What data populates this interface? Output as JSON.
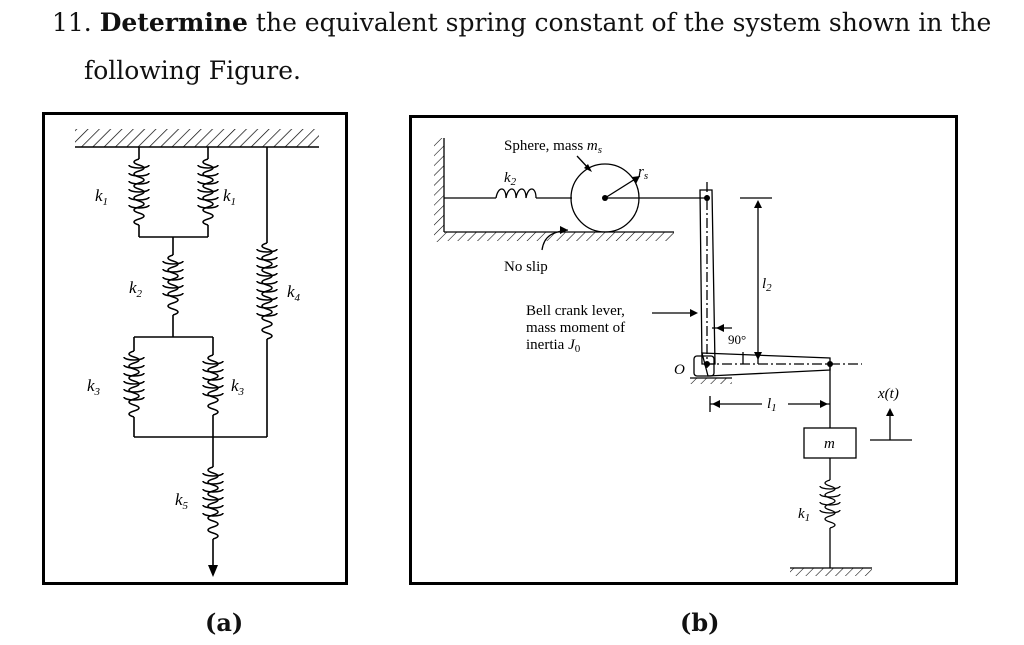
{
  "question": {
    "number": "11.",
    "bold_word": "Determine",
    "rest_line1": " the equivalent spring constant of the system shown in the",
    "line2": "following Figure."
  },
  "figure_a": {
    "caption": "(a)",
    "labels": {
      "k1_left": "k",
      "k1_left_sub": "1",
      "k1_right": "k",
      "k1_right_sub": "1",
      "k2": "k",
      "k2_sub": "2",
      "k3_left": "k",
      "k3_left_sub": "3",
      "k3_right": "k",
      "k3_right_sub": "3",
      "k4": "k",
      "k4_sub": "4",
      "k5": "k",
      "k5_sub": "5"
    }
  },
  "figure_b": {
    "caption": "(b)",
    "labels": {
      "sphere": "Sphere, mass ",
      "sphere_m": "m",
      "sphere_m_sub": "s",
      "k2": "k",
      "k2_sub": "2",
      "rs": "r",
      "rs_sub": "s",
      "no_slip": "No slip",
      "lever_line1": "Bell crank lever,",
      "lever_line2": "mass moment of",
      "lever_line3": "inertia ",
      "lever_J": "J",
      "lever_J_sub": "0",
      "angle": "90°",
      "pivot": "O",
      "l2": "l",
      "l2_sub": "2",
      "l1": "l",
      "l1_sub": "1",
      "xt": "x(t)",
      "mass": "m",
      "k1": "k",
      "k1_sub": "1"
    }
  }
}
